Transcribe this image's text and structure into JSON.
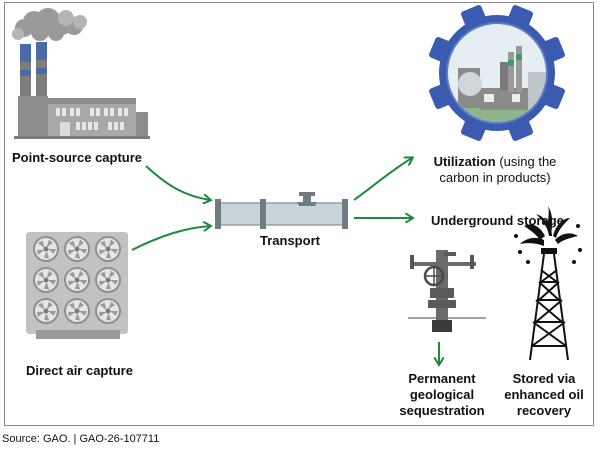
{
  "labels": {
    "point_source": "Point-source capture",
    "direct_air": "Direct air capture",
    "transport": "Transport",
    "utilization_bold": "Utilization",
    "utilization_rest": " (using the",
    "utilization_line2": "carbon in products)",
    "underground": "Underground storage",
    "permanent_l1": "Permanent",
    "permanent_l2": "geological",
    "permanent_l3": "sequestration",
    "eor_l1": "Stored via",
    "eor_l2": "enhanced oil",
    "eor_l3": "recovery"
  },
  "source": {
    "text": "Source: GAO.  |  GAO-26-107711"
  },
  "colors": {
    "arrow": "#1f8a3a",
    "gear": "#3b5bb0",
    "pipe": "#c7d5da",
    "factory_gray": "#8c8c8c",
    "stack_blue": "#4a6aa8"
  },
  "icons": {
    "factory": "factory-icon",
    "dac": "fan-array-icon",
    "pipe": "pipeline-valve-icon",
    "gear": "gear-factory-icon",
    "wellhead": "wellhead-icon",
    "derrick": "oil-derrick-icon"
  }
}
